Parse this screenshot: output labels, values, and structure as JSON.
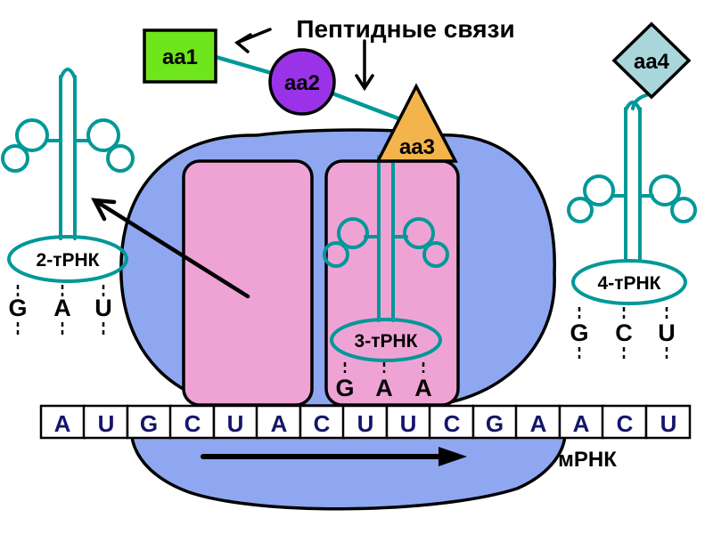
{
  "title": "Пептидные связи",
  "amino_acids": {
    "aa1": {
      "label": "aa1",
      "color": "#6FE51C"
    },
    "aa2": {
      "label": "aa2",
      "color": "#9A33E8"
    },
    "aa3": {
      "label": "aa3",
      "color": "#F4B44C"
    },
    "aa4": {
      "label": "aa4",
      "color": "#A9D6DB"
    }
  },
  "trna": {
    "t2": {
      "label": "2-тРНК",
      "anticodon": [
        "G",
        "A",
        "U"
      ]
    },
    "t3": {
      "label": "3-тРНК",
      "anticodon": [
        "G",
        "A",
        "A"
      ]
    },
    "t4": {
      "label": "4-тРНК",
      "anticodon": [
        "G",
        "C",
        "U"
      ]
    }
  },
  "mrna": {
    "label": "мРНК",
    "sequence": [
      "A",
      "U",
      "G",
      "C",
      "U",
      "A",
      "C",
      "U",
      "U",
      "C",
      "G",
      "A",
      "A",
      "C",
      "U"
    ]
  },
  "colors": {
    "ribosome": "#8EA7F0",
    "binding_site": "#EFA3D4",
    "rna": "#009898",
    "mrna_letter": "#15156A"
  }
}
